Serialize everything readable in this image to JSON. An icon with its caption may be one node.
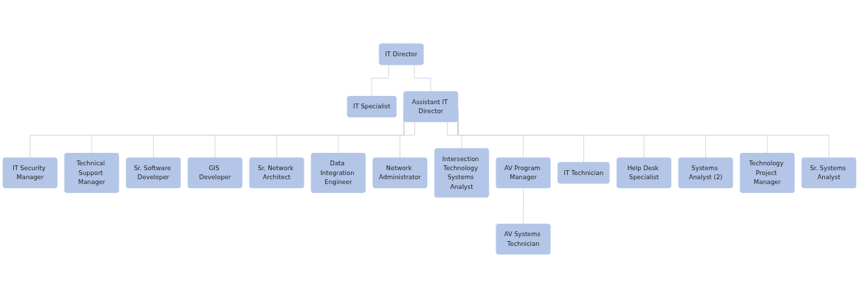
{
  "diagram": {
    "nodes": [
      {
        "text": [
          "IT Director"
        ]
      },
      {
        "text": [
          "IT Specialist"
        ]
      },
      {
        "text": [
          "Assistant IT Director"
        ]
      },
      {
        "text": [
          "IT Security Manager"
        ]
      },
      {
        "text": [
          "Technical Support Manager"
        ]
      },
      {
        "text": [
          "Sr. Software Developer"
        ]
      },
      {
        "text": [
          "GIS Developer"
        ]
      },
      {
        "text": [
          "Sr. Network Architect"
        ]
      },
      {
        "text": [
          "Data Integration Engineer"
        ]
      },
      {
        "text": [
          "Network Administrator"
        ]
      },
      {
        "text": [
          "Intersection Technology Systems Analyst"
        ]
      },
      {
        "text": [
          "AV Program Manager"
        ]
      },
      {
        "text": [
          "IT Technician"
        ]
      },
      {
        "text": [
          "Help Desk Specialist"
        ]
      },
      {
        "text": [
          "Systems Analyst (2)"
        ]
      },
      {
        "text": [
          "Technology Project Manager"
        ]
      },
      {
        "text": [
          "Sr. Systems Analyst"
        ]
      },
      {
        "text": [
          "AV Systems Technician"
        ]
      }
    ],
    "edges": [
      {
        "from": 0,
        "to": 2,
        "arrow": "none"
      },
      {
        "from": 0,
        "to": 1,
        "arrow": "none"
      },
      {
        "from": 2,
        "to": 3,
        "arrow": "none"
      },
      {
        "from": 2,
        "to": 12,
        "arrow": "none"
      },
      {
        "from": 2,
        "to": 4,
        "arrow": "none"
      },
      {
        "from": 2,
        "to": 13,
        "arrow": "none"
      },
      {
        "from": 2,
        "to": 5,
        "arrow": "none"
      },
      {
        "from": 2,
        "to": 6,
        "arrow": "none"
      },
      {
        "from": 2,
        "to": 7,
        "arrow": "none"
      },
      {
        "from": 2,
        "to": 14,
        "arrow": "none"
      },
      {
        "from": 2,
        "to": 15,
        "arrow": "none"
      },
      {
        "from": 2,
        "to": 8,
        "arrow": "none"
      },
      {
        "from": 2,
        "to": 16,
        "arrow": "none"
      },
      {
        "from": 2,
        "to": 9,
        "arrow": "none"
      },
      {
        "from": 2,
        "to": 10,
        "arrow": "none"
      },
      {
        "from": 2,
        "to": 11,
        "arrow": "none"
      },
      {
        "from": 11,
        "to": 17,
        "arrow": "none"
      }
    ]
  }
}
